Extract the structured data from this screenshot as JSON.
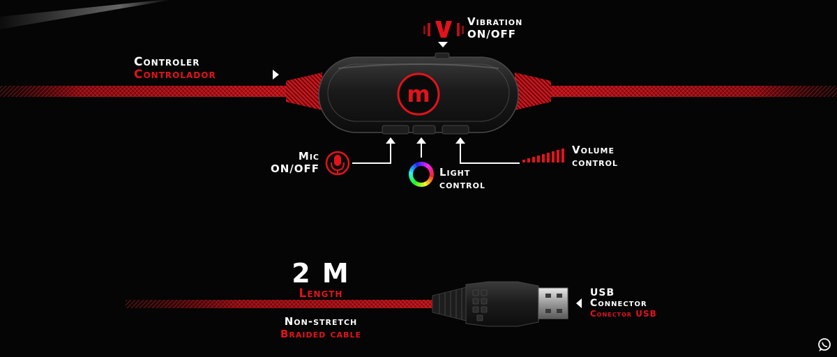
{
  "controller": {
    "line1": "Controler",
    "line2": "Controlador"
  },
  "vibration": {
    "line1": "Vibration",
    "line2": "ON/OFF"
  },
  "mic": {
    "line1": "Mic",
    "line2": "ON/OFF"
  },
  "light": {
    "line1": "Light",
    "line2": "control"
  },
  "volume": {
    "line1": "Volume",
    "line2": "control"
  },
  "length": {
    "value": "2 M",
    "label": "Length"
  },
  "cable": {
    "line1": "Non-stretch",
    "line2": "Braided cable"
  },
  "usb": {
    "line1": "USB",
    "line2": "Connector",
    "line3": "Conector USB"
  },
  "logo": {
    "letter": "m"
  },
  "colors": {
    "accent": "#e3121b",
    "text": "#ffffff",
    "background": "#050505"
  },
  "icons": [
    "vibration-icon",
    "mic-icon",
    "rgb-ring-icon",
    "volume-bars-icon",
    "whatsapp-icon"
  ]
}
